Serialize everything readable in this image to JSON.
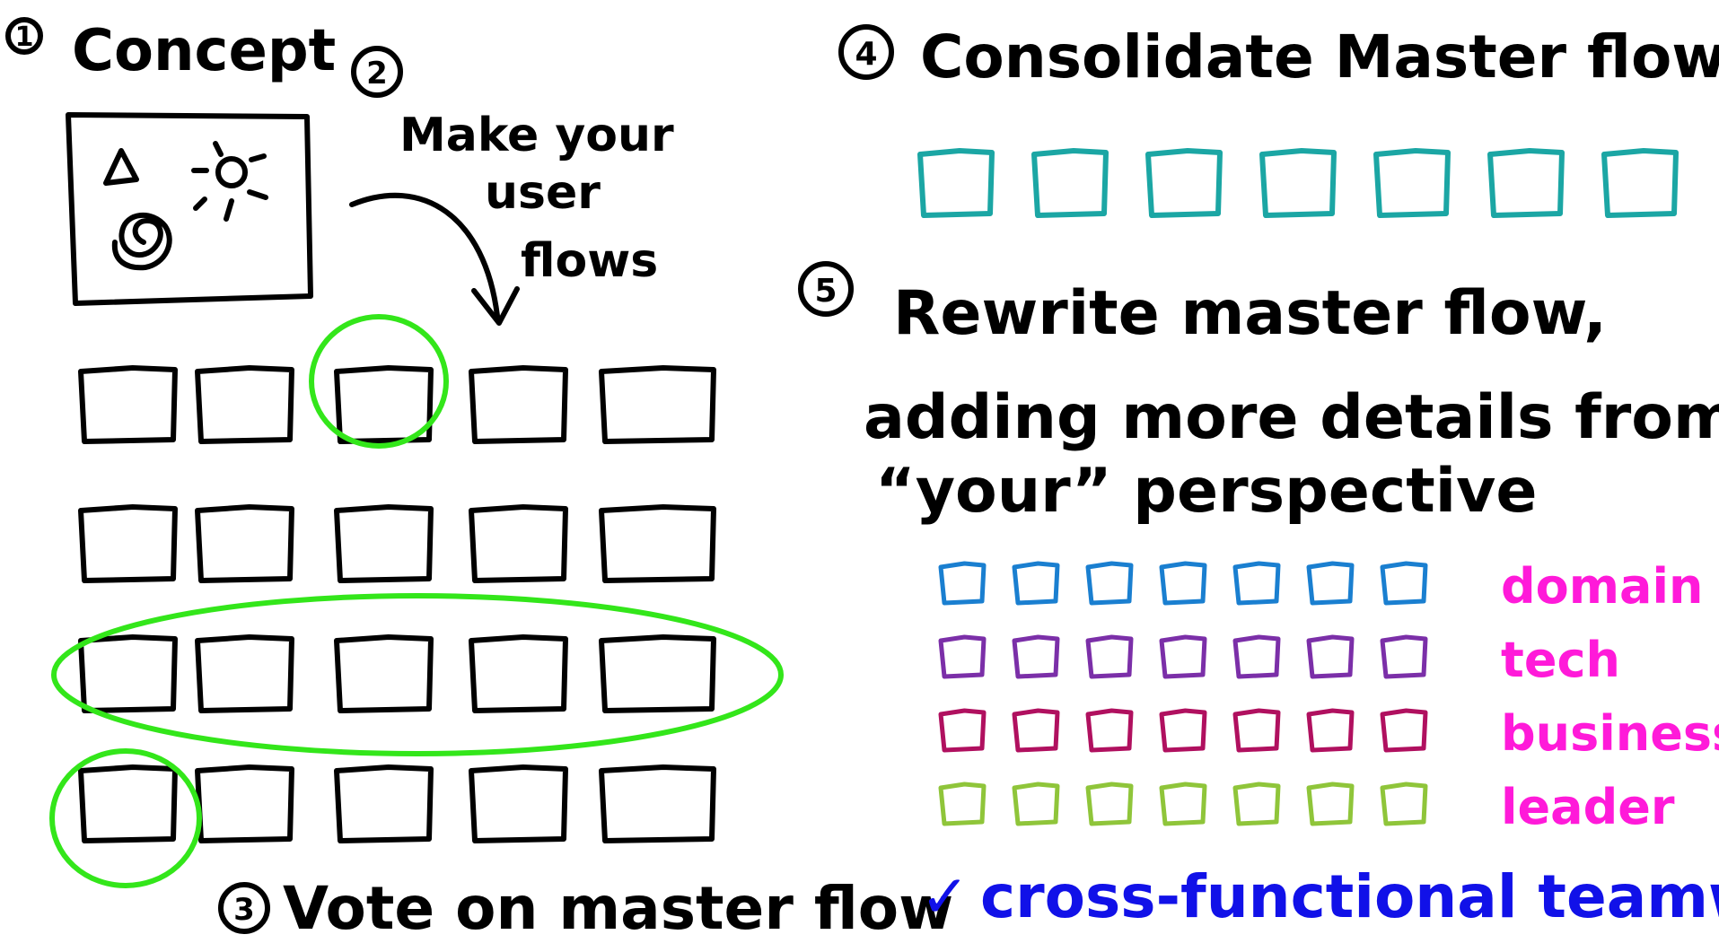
{
  "steps": {
    "s1": {
      "num": "1",
      "label": "Concept"
    },
    "s2": {
      "num": "2",
      "line1": "Make your",
      "line2": "user",
      "line3": "flows"
    },
    "s3": {
      "num": "3",
      "label": "Vote on master flow"
    },
    "s4": {
      "num": "4",
      "label": "Consolidate Master flow"
    },
    "s5": {
      "num": "5",
      "line1": "Rewrite master flow,",
      "line2": "adding more details from",
      "line3": "“your” perspective"
    }
  },
  "concept_icons": [
    "triangle-icon",
    "sun-icon",
    "spiral-icon"
  ],
  "user_flow_rows": 4,
  "user_flow_cards_per_row": 5,
  "master_flow_cards": 7,
  "perspectives": [
    {
      "label": "domain",
      "color": "#1a7fd0"
    },
    {
      "label": "tech",
      "color": "#7b2fa8"
    },
    {
      "label": "business",
      "color": "#b0105f"
    },
    {
      "label": "leader",
      "color": "#8fc53a"
    }
  ],
  "colors": {
    "ink": "#000000",
    "vote_highlight": "#33e61a",
    "master": "#1ba6a4",
    "perspective_label": "#ff1ad9",
    "footer": "#1111e8"
  },
  "footer": {
    "check": "✓",
    "label": "cross-functional teamwork"
  }
}
